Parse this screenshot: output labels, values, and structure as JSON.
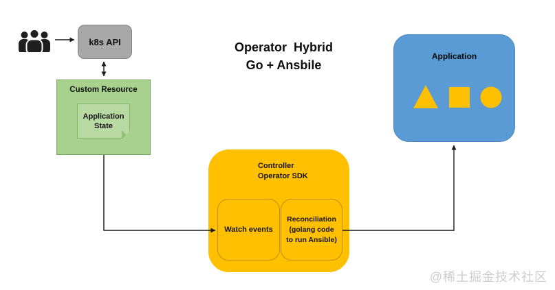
{
  "title": {
    "line1": "Operator  Hybrid",
    "line2": "Go + Ansbile"
  },
  "colors": {
    "k8s_fill": "#a8a8a8",
    "custom_resource_fill": "#a9d18e",
    "note_fill": "#b9d9a2",
    "controller_fill": "#fec000",
    "controller_inner_border": "#bf8f00",
    "application_fill": "#5b9bd5",
    "shape_fill": "#fec000",
    "connector": "#1a1a1a",
    "watermark": "#cdcdcd"
  },
  "nodes": {
    "users": {
      "icon": "users-icon"
    },
    "k8s_api": {
      "label": "k8s API"
    },
    "custom_resource": {
      "title": "Custom Resource",
      "note": {
        "line1": "Application",
        "line2": "State"
      }
    },
    "controller": {
      "line1": "Controller",
      "line2": "Operator SDK",
      "watch": {
        "label": "Watch events"
      },
      "reconciliation": {
        "lines": [
          "Reconciliation",
          "(golang code",
          "to run Ansible)"
        ]
      }
    },
    "application": {
      "label": "Application",
      "shapes": [
        "triangle-icon",
        "square-icon",
        "circle-icon"
      ]
    }
  },
  "edges": [
    {
      "from": "users",
      "to": "k8s_api",
      "style": "arrow"
    },
    {
      "from": "k8s_api",
      "to": "custom_resource",
      "style": "double-arrow"
    },
    {
      "from": "custom_resource",
      "to": "watch_events",
      "style": "arrow"
    },
    {
      "from": "reconciliation",
      "to": "application",
      "style": "arrow"
    }
  ],
  "watermark": "@稀土掘金技术社区"
}
